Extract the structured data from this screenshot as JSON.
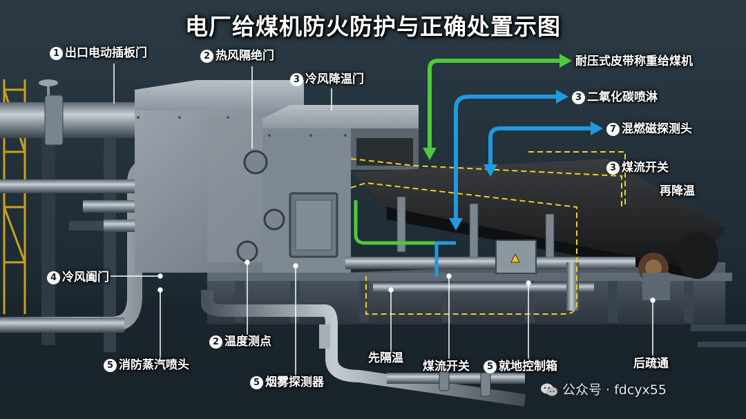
{
  "title": "电厂给煤机防火防护与正确处置示图",
  "labels": [
    {
      "id": "outlet-gate",
      "num": "1",
      "text": "出口电动插板门"
    },
    {
      "id": "hot-air-gate",
      "num": "2",
      "text": "热风隔绝门"
    },
    {
      "id": "cold-air-gate",
      "num": "3",
      "text": "冷风降温门"
    },
    {
      "id": "belt-feeder",
      "num": "",
      "text": "耐压式皮带称重给煤机"
    },
    {
      "id": "co2-spray",
      "num": "3",
      "text": "二氧化碳喷淋"
    },
    {
      "id": "probe-7",
      "num": "7",
      "text": "混燃磁探测头"
    },
    {
      "id": "coal-flow-switch-top",
      "num": "3",
      "text": "煤流开关"
    },
    {
      "id": "recool",
      "num": "",
      "text": "再降温"
    },
    {
      "id": "cold-air-damper",
      "num": "4",
      "text": "冷风阖门"
    },
    {
      "id": "fire-steam-nozzle",
      "num": "5",
      "text": "消防蒸汽喷头"
    },
    {
      "id": "temp-point",
      "num": "2",
      "text": "温度测点"
    },
    {
      "id": "smoke-detector",
      "num": "5",
      "text": "烟雾探测器"
    },
    {
      "id": "isolate-cool",
      "num": "",
      "text": "先隔温"
    },
    {
      "id": "coal-flow-switch-bottom",
      "num": "",
      "text": "煤流开关"
    },
    {
      "id": "local-control-box",
      "num": "5",
      "text": "就地控制箱"
    },
    {
      "id": "post-clear",
      "num": "",
      "text": "后疏通"
    }
  ],
  "watermark": "公众号 · fdcyx55",
  "colors": {
    "green_arrow": "#4fc93d",
    "blue_arrow": "#1e9be0",
    "yellow_dash": "#f2d21c",
    "background": "#1e2a33"
  }
}
